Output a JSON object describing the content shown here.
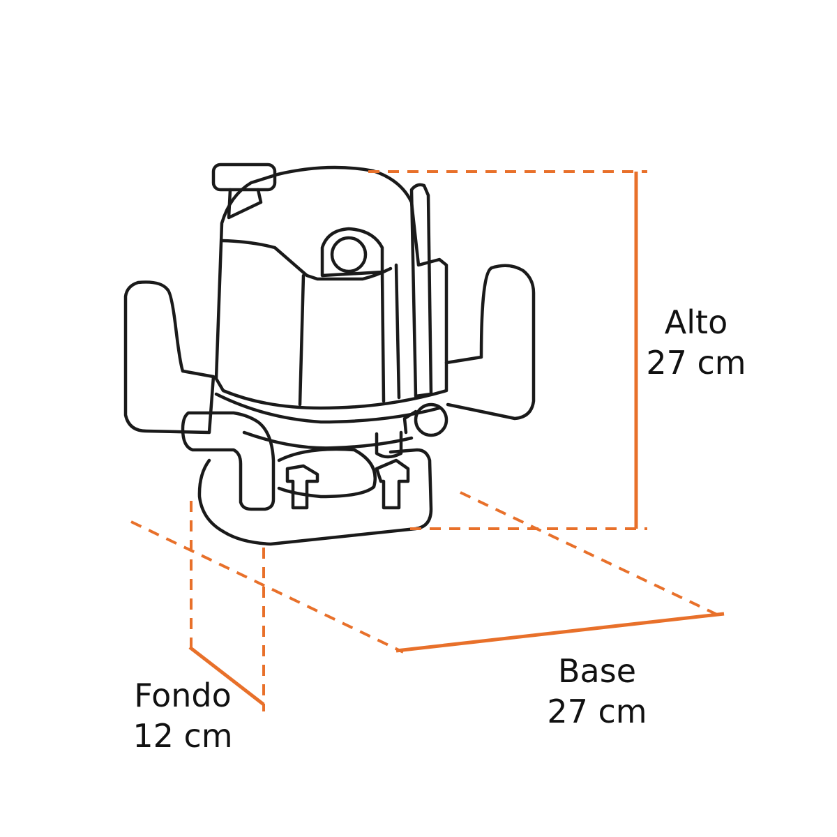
{
  "colors": {
    "accent": "#e8702a",
    "outline": "#1a1a1a",
    "background": "#ffffff"
  },
  "dimensions": {
    "height": {
      "label": "Alto",
      "value": "27 cm"
    },
    "width": {
      "label": "Base",
      "value": "27 cm"
    },
    "depth": {
      "label": "Fondo",
      "value": "12 cm"
    }
  }
}
